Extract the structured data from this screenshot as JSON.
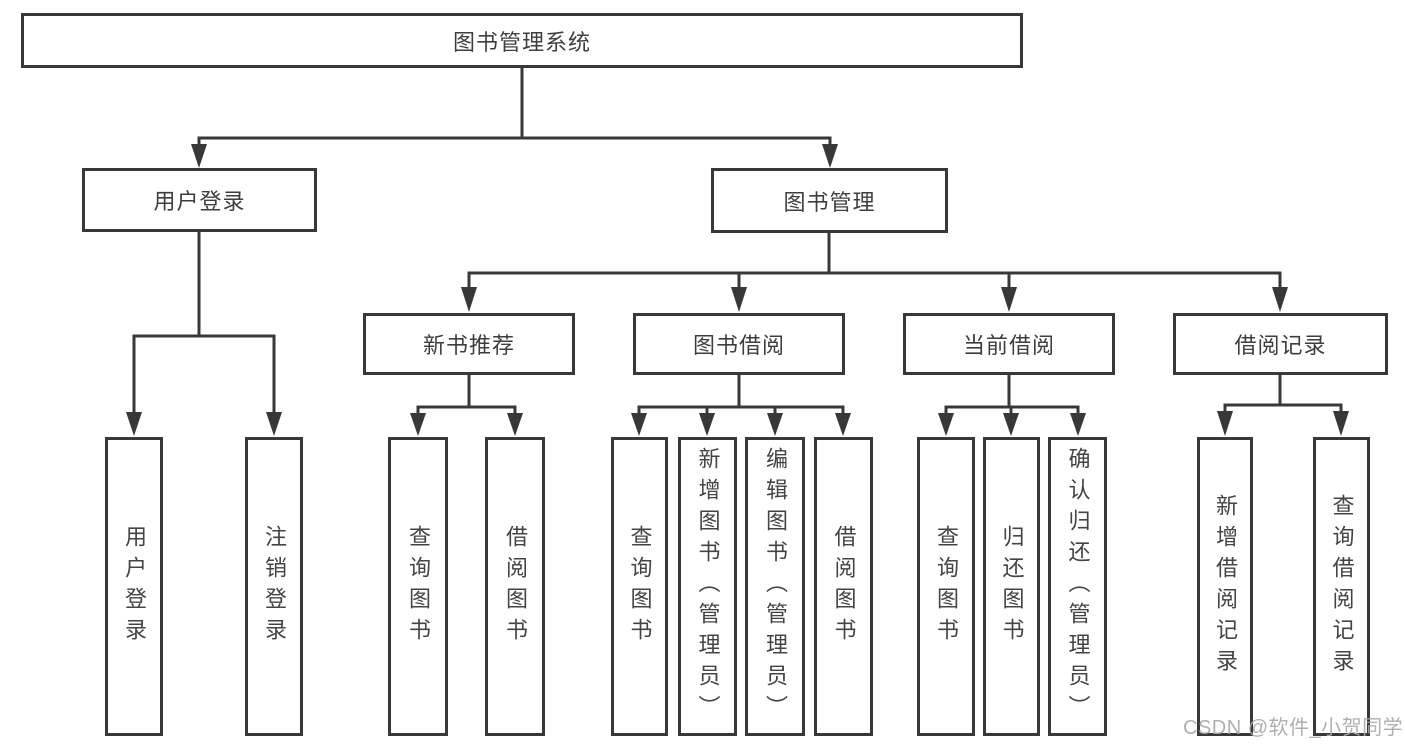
{
  "diagram": {
    "title_note": "library management system functional structure diagram",
    "root": {
      "label": "图书管理系统"
    },
    "level2": [
      {
        "id": "user-login",
        "label": "用户登录"
      },
      {
        "id": "book-management",
        "label": "图书管理"
      }
    ],
    "level3": [
      {
        "id": "new-book-recommend",
        "label": "新书推荐"
      },
      {
        "id": "book-borrowing",
        "label": "图书借阅"
      },
      {
        "id": "current-borrowing",
        "label": "当前借阅"
      },
      {
        "id": "borrowing-records",
        "label": "借阅记录"
      }
    ],
    "leaves": [
      {
        "id": "user-login",
        "parent": "user-login",
        "label": "用户登录"
      },
      {
        "id": "logout",
        "parent": "user-login",
        "label": "注销登录"
      },
      {
        "id": "query-books",
        "parent": "new-book-recommend",
        "label": "查询图书"
      },
      {
        "id": "borrow-books",
        "parent": "new-book-recommend",
        "label": "借阅图书"
      },
      {
        "id": "query-books",
        "parent": "book-borrowing",
        "label": "查询图书"
      },
      {
        "id": "add-books-admin",
        "parent": "book-borrowing",
        "label": "新增图书（管理员）"
      },
      {
        "id": "edit-books-admin",
        "parent": "book-borrowing",
        "label": "编辑图书（管理员）"
      },
      {
        "id": "borrow-books",
        "parent": "book-borrowing",
        "label": "借阅图书"
      },
      {
        "id": "query-books",
        "parent": "current-borrowing",
        "label": "查询图书"
      },
      {
        "id": "return-books",
        "parent": "current-borrowing",
        "label": "归还图书"
      },
      {
        "id": "confirm-return-admin",
        "parent": "current-borrowing",
        "label": "确认归还（管理员）"
      },
      {
        "id": "add-borrow-record",
        "parent": "borrowing-records",
        "label": "新增借阅记录"
      },
      {
        "id": "query-borrow-record",
        "parent": "borrowing-records",
        "label": "查询借阅记录"
      }
    ]
  },
  "watermark": {
    "text": "CSDN @软件_小贺同学",
    "color": "#a9a9a9"
  },
  "colors": {
    "background": "#ffffff",
    "line": "#383838",
    "box_border": "#383838",
    "box_text": "#3e3e3e",
    "watermark": "#a9a9a9"
  }
}
